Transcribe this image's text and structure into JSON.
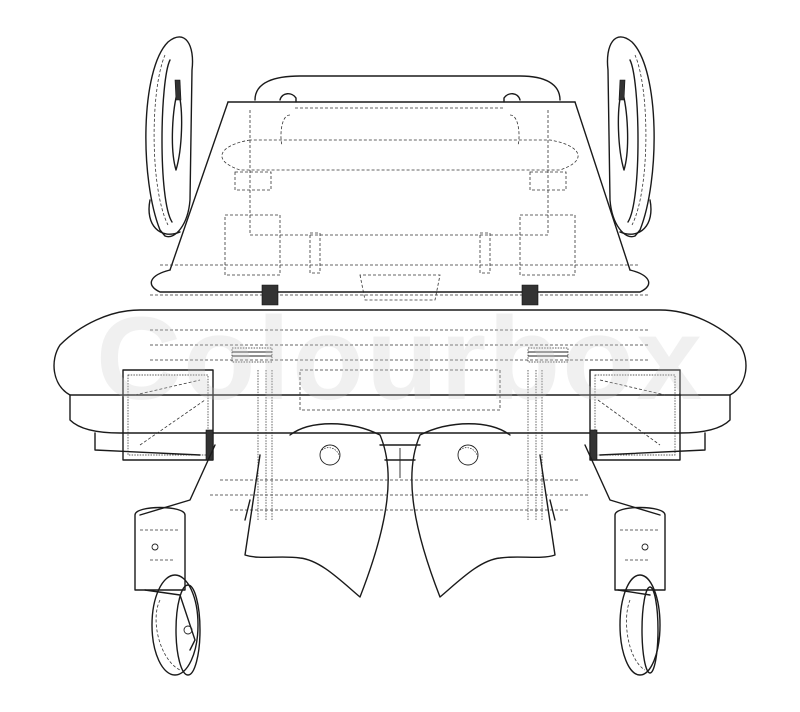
{
  "image": {
    "subject": "hospital-bed-wireframe",
    "style": "technical line drawing, black on white",
    "background_color": "#ffffff",
    "line_color": "#1a1a1a"
  },
  "watermark": {
    "text": "Colourbox",
    "color": "#c8c8c8"
  }
}
